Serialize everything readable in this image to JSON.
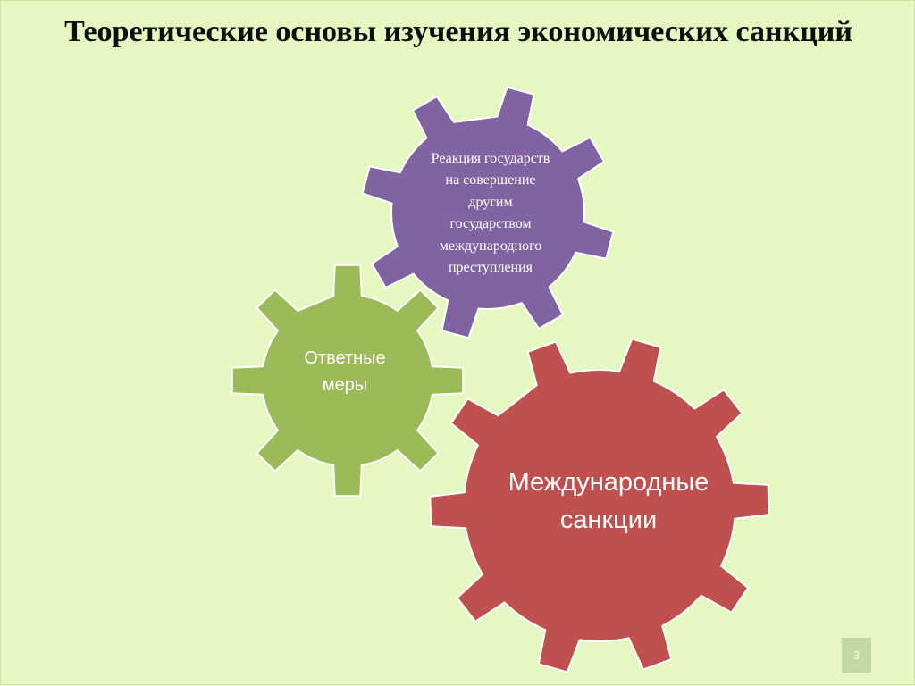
{
  "title": "Теоретические основы изучения экономических санкций",
  "gears": {
    "top": {
      "lines": [
        "Реакция государств",
        "на совершение",
        "другим",
        "государством",
        "международного",
        "преступления"
      ],
      "color": "#8064a2",
      "stroke": "#ffffff"
    },
    "left": {
      "lines": [
        "Ответные",
        "меры"
      ],
      "color": "#9bbb59",
      "stroke": "#ffffff"
    },
    "big": {
      "lines": [
        "Международные",
        "санкции"
      ],
      "color": "#c0504d",
      "stroke": "#ffffff"
    }
  },
  "page_number": "3",
  "colors": {
    "background": "#e6f8c2",
    "title": "#0d0d0d",
    "page_number_box": "#c4d8a2"
  }
}
